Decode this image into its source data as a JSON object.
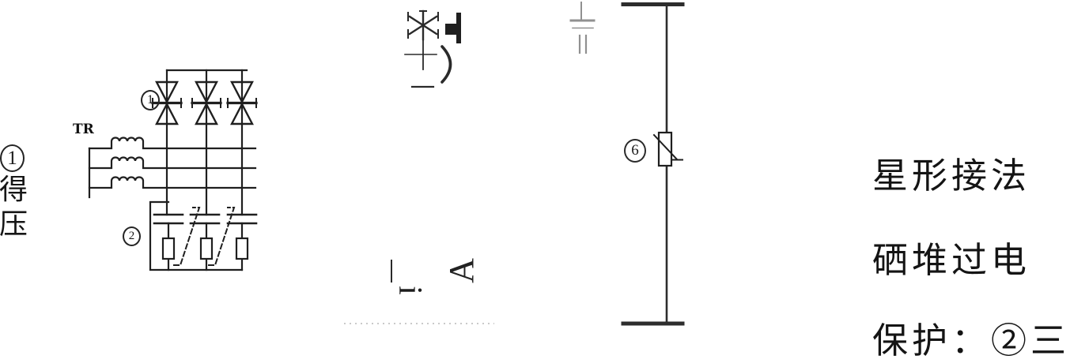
{
  "page": {
    "background": "#ffffff",
    "ink_color": "#1f1f1f",
    "faint_color": "#909090",
    "dotted_color": "#b8b8b8"
  },
  "left_caption": {
    "marker": "1",
    "chars": [
      "得",
      "压"
    ]
  },
  "circuit": {
    "transformer_label": "TR",
    "thyristor_marker": "1",
    "snubber_marker": "2"
  },
  "middle_fragments": {
    "rotated_letter_a": "A",
    "rotated_letter_i": "i"
  },
  "arrester": {
    "marker": "6"
  },
  "right_caption": {
    "lines": [
      "星形接法",
      "硒堆过电",
      "保护：②三"
    ]
  }
}
